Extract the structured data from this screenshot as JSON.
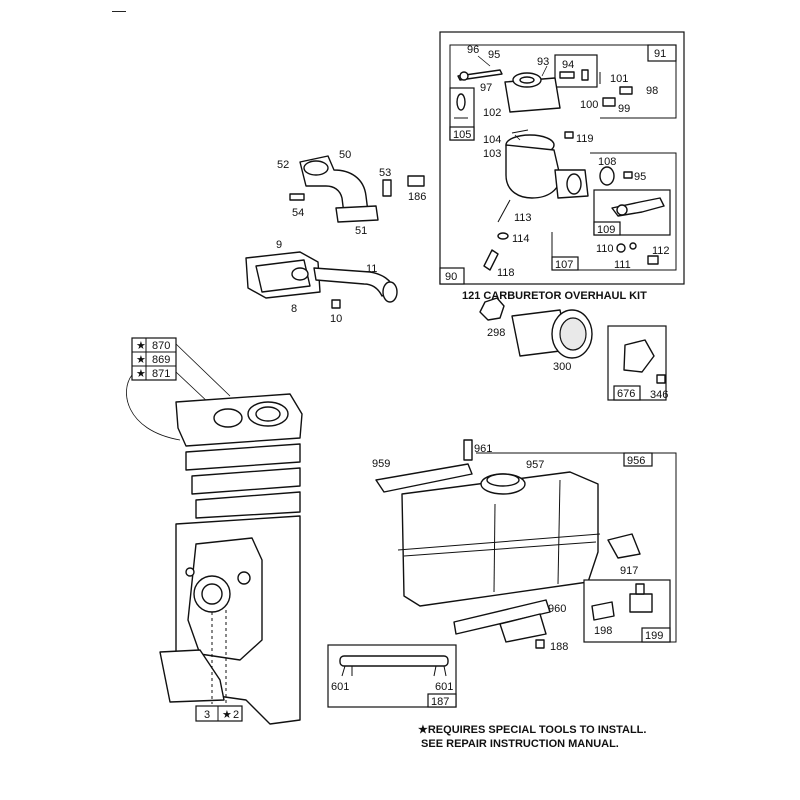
{
  "top_mark": "—",
  "kit_title": "121 CARBURETOR OVERHAUL KIT",
  "note": {
    "line1": "★REQUIRES SPECIAL TOOLS TO INSTALL.",
    "line2": " SEE REPAIR INSTRUCTION MANUAL."
  },
  "carb_group": {
    "box_label": "90",
    "sub_box_91": "91",
    "sub_box_105": "105",
    "sub_box_107": "107",
    "sub_box_109": "109",
    "labels": [
      "96",
      "95",
      "93",
      "94",
      "101",
      "98",
      "97",
      "102",
      "100",
      "99",
      "104",
      "119",
      "103",
      "108",
      "95",
      "113",
      "114",
      "118",
      "110",
      "111",
      "112"
    ]
  },
  "manifold_group": {
    "labels": [
      "50",
      "52",
      "53",
      "186",
      "54",
      "51",
      "9",
      "11",
      "8",
      "10"
    ]
  },
  "air_cleaner": {
    "labels": [
      "298",
      "300"
    ],
    "box_label": "676",
    "label_346": "346"
  },
  "engine_block": {
    "stars": [
      "★",
      "★",
      "★"
    ],
    "labels": [
      "870",
      "869",
      "871"
    ],
    "bottom_left": "3",
    "bottom_star": "★",
    "bottom_right": "2"
  },
  "fuel_tank": {
    "box_label": "956",
    "labels": [
      "961",
      "959",
      "957",
      "917",
      "960",
      "198",
      "188"
    ],
    "box_199": "199"
  },
  "fuel_line": {
    "box_label": "187",
    "labels": [
      "601",
      "601"
    ]
  }
}
